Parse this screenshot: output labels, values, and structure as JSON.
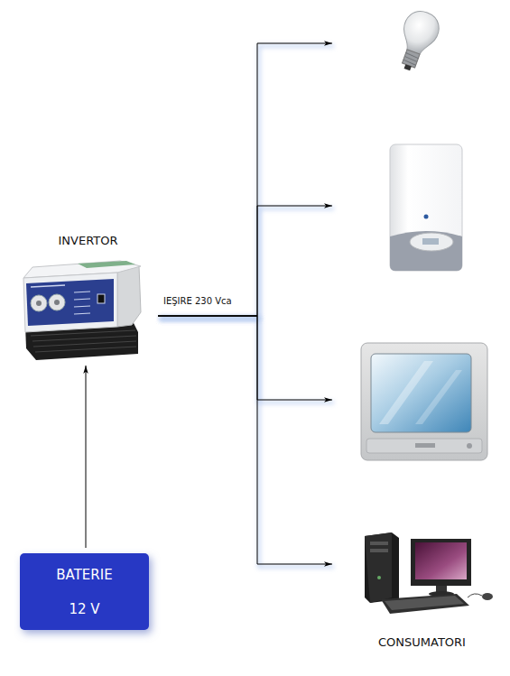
{
  "diagram": {
    "nodes": [
      {
        "text": [
          "INVERTOR"
        ]
      },
      {
        "text": [
          "BATERIE",
          "12 V"
        ]
      },
      {
        "text": []
      },
      {
        "text": []
      },
      {
        "text": []
      },
      {
        "text": []
      }
    ],
    "edges": [
      {
        "from": 1,
        "to": 0,
        "arrow": "to"
      },
      {
        "from": 0,
        "to": 2,
        "arrow": "to",
        "label": "IEŞIRE 230 Vca"
      },
      {
        "from": 0,
        "to": 3,
        "arrow": "to"
      },
      {
        "from": 0,
        "to": 4,
        "arrow": "to"
      },
      {
        "from": 0,
        "to": 5,
        "arrow": "to"
      }
    ],
    "labels": [
      "CONSUMATORI"
    ]
  }
}
